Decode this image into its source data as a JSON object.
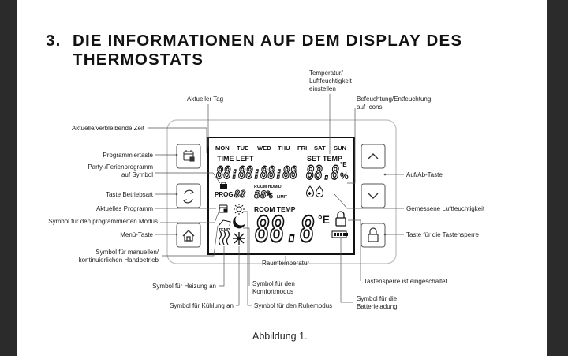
{
  "heading": {
    "number": "3.",
    "line1": "DIE INFORMATIONEN AUF DEM DISPLAY DES",
    "line2": "THERMOSTATS"
  },
  "display": {
    "days": [
      "MON",
      "TUE",
      "WED",
      "THU",
      "FRI",
      "SAT",
      "SUN"
    ],
    "time_left": "TIME LEFT",
    "set_temp": "SET TEMP",
    "set_temp_value": "88.8",
    "set_temp_unit_symbol": "°E",
    "percent": "%",
    "clock_value": "88:88:88:88",
    "room_humid": "ROOM HUMID",
    "humid_value": "88%",
    "limit": "LIMIT",
    "prog": "PROG",
    "prog_value": "88",
    "temp": "TEMP",
    "room_temp": "ROOM TEMP",
    "room_temp_value": "88.8",
    "room_temp_unit": "°E"
  },
  "labels": {
    "temp_humid_adjust": [
      "Temperatur/",
      "Luftfeuchtigkeit",
      "einstellen"
    ],
    "current_day": "Aktueller Tag",
    "humid_dehumid": [
      "Befeuchtung/Entfeuchtung",
      "auf Icons"
    ],
    "time_remaining": "Aktuelle/verbleibende Zeit",
    "program_button": "Programmiertaste",
    "party_holiday": [
      "Party-/Ferienprogramm",
      "auf Symbol"
    ],
    "mode_button": "Taste Betriebsart",
    "current_program": "Aktuelles Programm",
    "programmed_mode": "Symbol für den programmierten Modus",
    "menu_button": "Menü-Taste",
    "manual_mode": [
      "Symbol für manuellen/",
      "kontinuierlichen Handbetrieb"
    ],
    "heating_on": "Symbol für Heizung an",
    "cooling_on": "Symbol für Kühlung an",
    "comfort_mode": [
      "Symbol für den",
      "Komfortmodus"
    ],
    "rest_mode": "Symbol für den Ruhemodus",
    "room_temperature": "Raumtemperatur",
    "up_down": "Auf/Ab-Taste",
    "measured_humidity": "Gemessene Luftfeuchtigkeit",
    "lock_button": "Taste für die Tastensperre",
    "lock_on": "Tastensperre ist eingeschaltet",
    "battery": [
      "Symbol für die",
      "Batterieladung"
    ]
  },
  "caption": "Abbildung 1.",
  "icons": [
    "calendar-icon",
    "cycle-icon",
    "home-icon",
    "chevron-up-icon",
    "chevron-down-icon",
    "lock-icon",
    "suitcase-icon",
    "sun-icon",
    "moon-icon",
    "snowflake-icon",
    "heat-waves-icon",
    "hand-icon",
    "water-drop-icon",
    "battery-icon"
  ]
}
